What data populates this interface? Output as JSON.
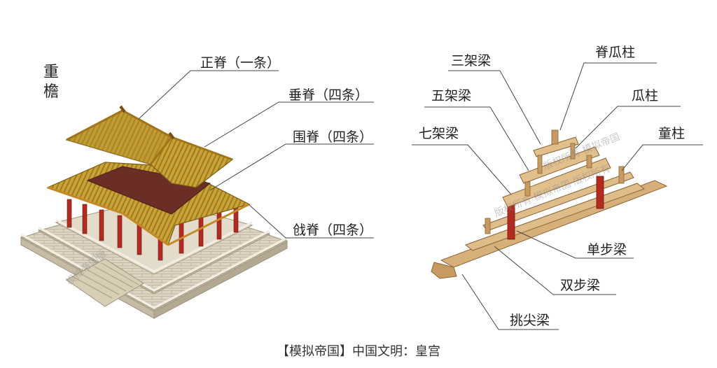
{
  "left_title": "重檐",
  "roof_labels": {
    "zhengji": "正脊（一条）",
    "chuiji": "垂脊（四条）",
    "weiji": "围脊（四条）",
    "qiangji": "戗脊（四条）"
  },
  "beam_labels": {
    "sanjia": "三架梁",
    "jigua": "脊瓜柱",
    "wujia": "五架梁",
    "guazhu": "瓜柱",
    "qijia": "七架梁",
    "tongzhu": "童柱",
    "danbu": "单步梁",
    "shuangbu": "双步梁",
    "tiaojian": "挑尖梁"
  },
  "watermarks": {
    "left": "模拟帝国版",
    "right_1": "版权所有 模拟帝国 版权所有",
    "right_2": "版权所有 模拟帝国"
  },
  "caption": "【模拟帝国】中国文明：皇宫",
  "colors": {
    "roof_tile": "#c9a434",
    "roof_dark": "#8a6a1a",
    "wall_red": "#b32a1e",
    "stone": "#dcd3c1",
    "wood": "#d7b079",
    "wood_dark": "#8b6236",
    "line": "#444444"
  }
}
